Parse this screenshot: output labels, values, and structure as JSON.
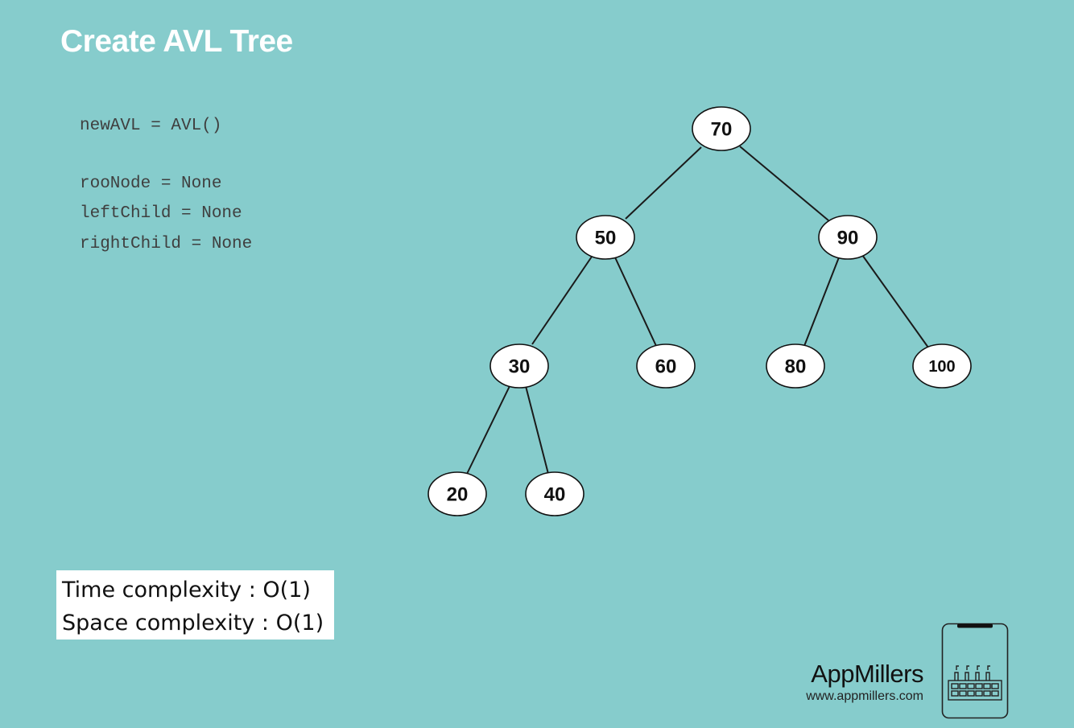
{
  "slide": {
    "title": "Create AVL Tree"
  },
  "code": {
    "line1": "newAVL = AVL()",
    "line2": "rooNode = None",
    "line3": "leftChild = None",
    "line4": "rightChild = None"
  },
  "tree": {
    "nodes": {
      "n70": "70",
      "n50": "50",
      "n90": "90",
      "n30": "30",
      "n60": "60",
      "n80": "80",
      "n100": "100",
      "n20": "20",
      "n40": "40"
    },
    "edges": [
      [
        "70",
        "50"
      ],
      [
        "70",
        "90"
      ],
      [
        "50",
        "30"
      ],
      [
        "50",
        "60"
      ],
      [
        "90",
        "80"
      ],
      [
        "90",
        "100"
      ],
      [
        "30",
        "20"
      ],
      [
        "30",
        "40"
      ]
    ]
  },
  "complexity": {
    "time": "Time complexity : O(1)",
    "space": "Space complexity : O(1)"
  },
  "brand": {
    "name": "AppMillers",
    "url": "www.appmillers.com",
    "logo_icon": "phone-factory-icon"
  }
}
